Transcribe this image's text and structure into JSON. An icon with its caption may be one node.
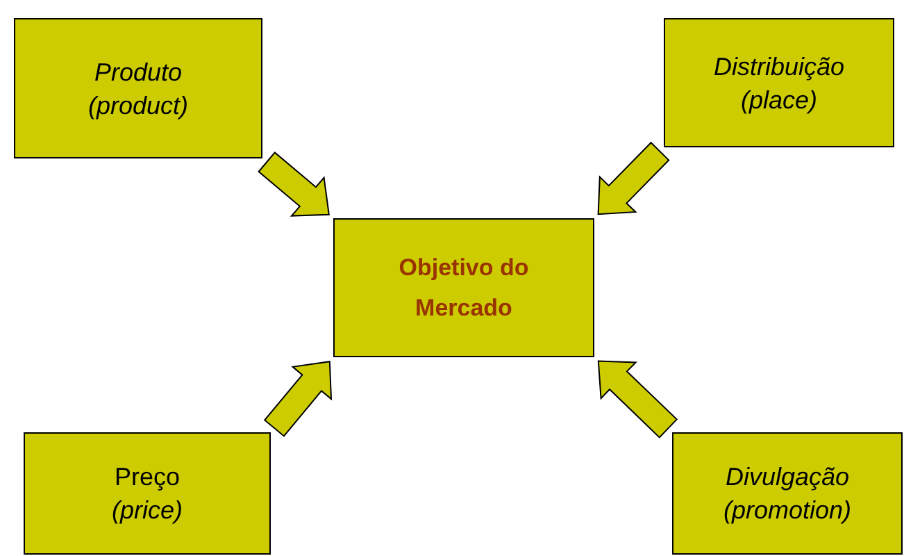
{
  "diagram": {
    "nodes": [
      {
        "text": [
          "Produto",
          "(product)"
        ]
      },
      {
        "text": [
          "Distribuição",
          "(place)"
        ]
      },
      {
        "text": [
          "Objetivo do Mercado"
        ]
      },
      {
        "text": [
          "Preço",
          "(price)"
        ]
      },
      {
        "text": [
          "Divulgação",
          "(promotion)"
        ]
      }
    ],
    "edges": [
      {
        "from": 0,
        "to": 2,
        "arrow": "to"
      },
      {
        "from": 1,
        "to": 2,
        "arrow": "to"
      },
      {
        "from": 3,
        "to": 2,
        "arrow": "to"
      },
      {
        "from": 4,
        "to": 2,
        "arrow": "to"
      }
    ]
  }
}
